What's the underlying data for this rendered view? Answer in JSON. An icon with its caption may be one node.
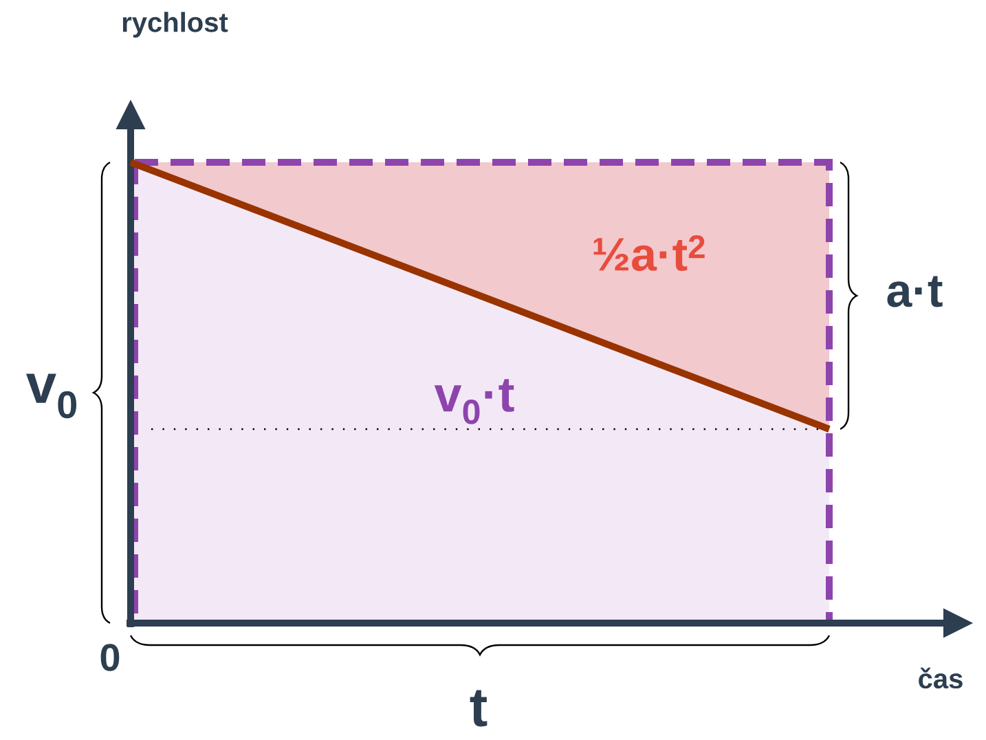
{
  "diagram": {
    "labels": [
      "rychlost",
      "čas",
      "0",
      "v$_{0}$",
      "t",
      "a·t",
      "½a·t$^{2}$",
      "v$_{0}$·t"
    ]
  }
}
